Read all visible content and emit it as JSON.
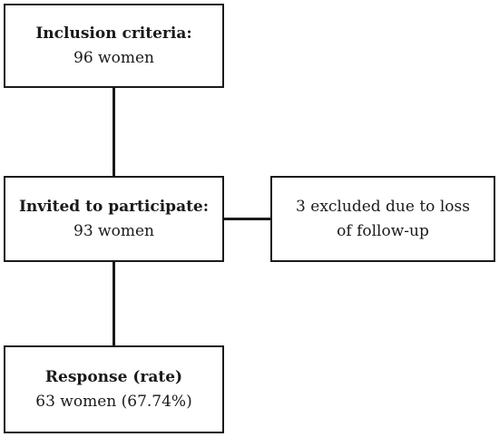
{
  "diagram": {
    "boxes": {
      "inclusion": {
        "title": "Inclusion criteria:",
        "text": "96 women"
      },
      "invited": {
        "title": "Invited to participate:",
        "text": "93 women"
      },
      "excluded": {
        "line1": "3 excluded due to loss",
        "line2": "of follow-up"
      },
      "response": {
        "title": "Response (rate)",
        "text": "63 women (67.74%)"
      }
    },
    "colors": {
      "border": "#1a1a1a",
      "background": "#ffffff",
      "text": "#1a1a1a"
    }
  }
}
